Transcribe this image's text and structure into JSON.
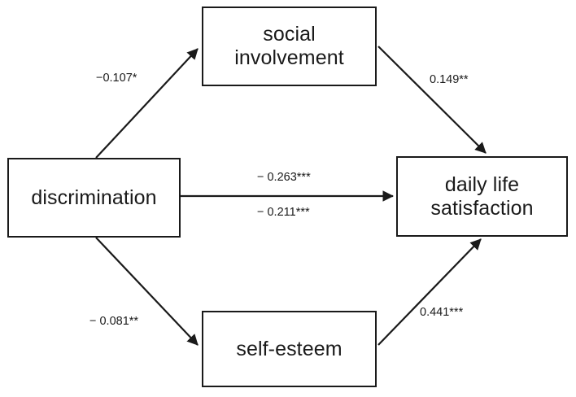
{
  "diagram": {
    "type": "path-analysis-mediation-model",
    "nodes": [
      {
        "id": "discrimination",
        "label": "discrimination"
      },
      {
        "id": "social",
        "label": "social\ninvolvement"
      },
      {
        "id": "daily",
        "label": "daily life\nsatisfaction"
      },
      {
        "id": "selfesteem",
        "label": "self-esteem"
      }
    ],
    "edges": [
      {
        "id": "disc-social",
        "from": "discrimination",
        "to": "social",
        "label": "−0.107*"
      },
      {
        "id": "social-daily",
        "from": "social",
        "to": "daily",
        "label": "0.149**"
      },
      {
        "id": "direct-top",
        "from": "discrimination",
        "to": "daily",
        "label": "− 0.263***"
      },
      {
        "id": "direct-bottom",
        "from": "discrimination",
        "to": "daily",
        "label": "− 0.211***"
      },
      {
        "id": "disc-self",
        "from": "discrimination",
        "to": "selfesteem",
        "label": "− 0.081**"
      },
      {
        "id": "self-daily",
        "from": "selfesteem",
        "to": "daily",
        "label": "0.441***"
      }
    ],
    "colors": {
      "stroke": "#1a1a1a",
      "background": "#ffffff",
      "text": "#1a1a1a"
    }
  }
}
